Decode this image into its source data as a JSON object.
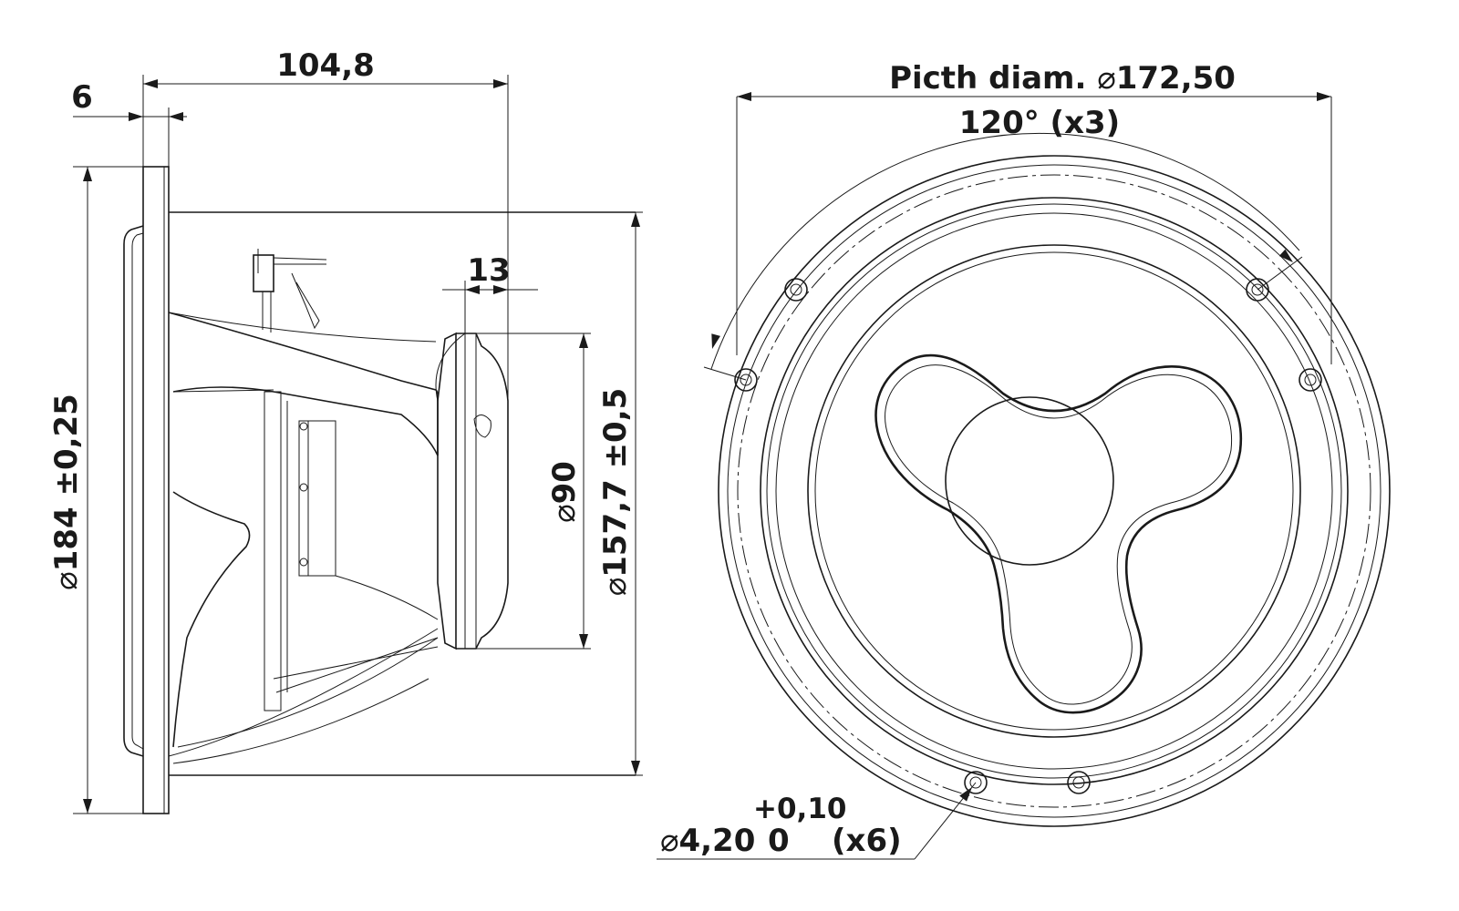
{
  "side_view": {
    "overall_depth": "104,8",
    "flange_thickness": "6",
    "magnet_depth": "13",
    "outer_diameter": "184 ±0,25",
    "magnet_diameter": "90",
    "cutout_diameter": "157,7 ±0,5"
  },
  "front_view": {
    "pitch_label": "Picth diam.",
    "pitch_value": "172,50",
    "angle": "120° (x3)",
    "hole_diameter": "4,20",
    "hole_tol_plus": "+0,10",
    "hole_tol_minus": "0",
    "hole_count": "(x6)"
  },
  "symbols": {
    "diameter": "⌀"
  }
}
